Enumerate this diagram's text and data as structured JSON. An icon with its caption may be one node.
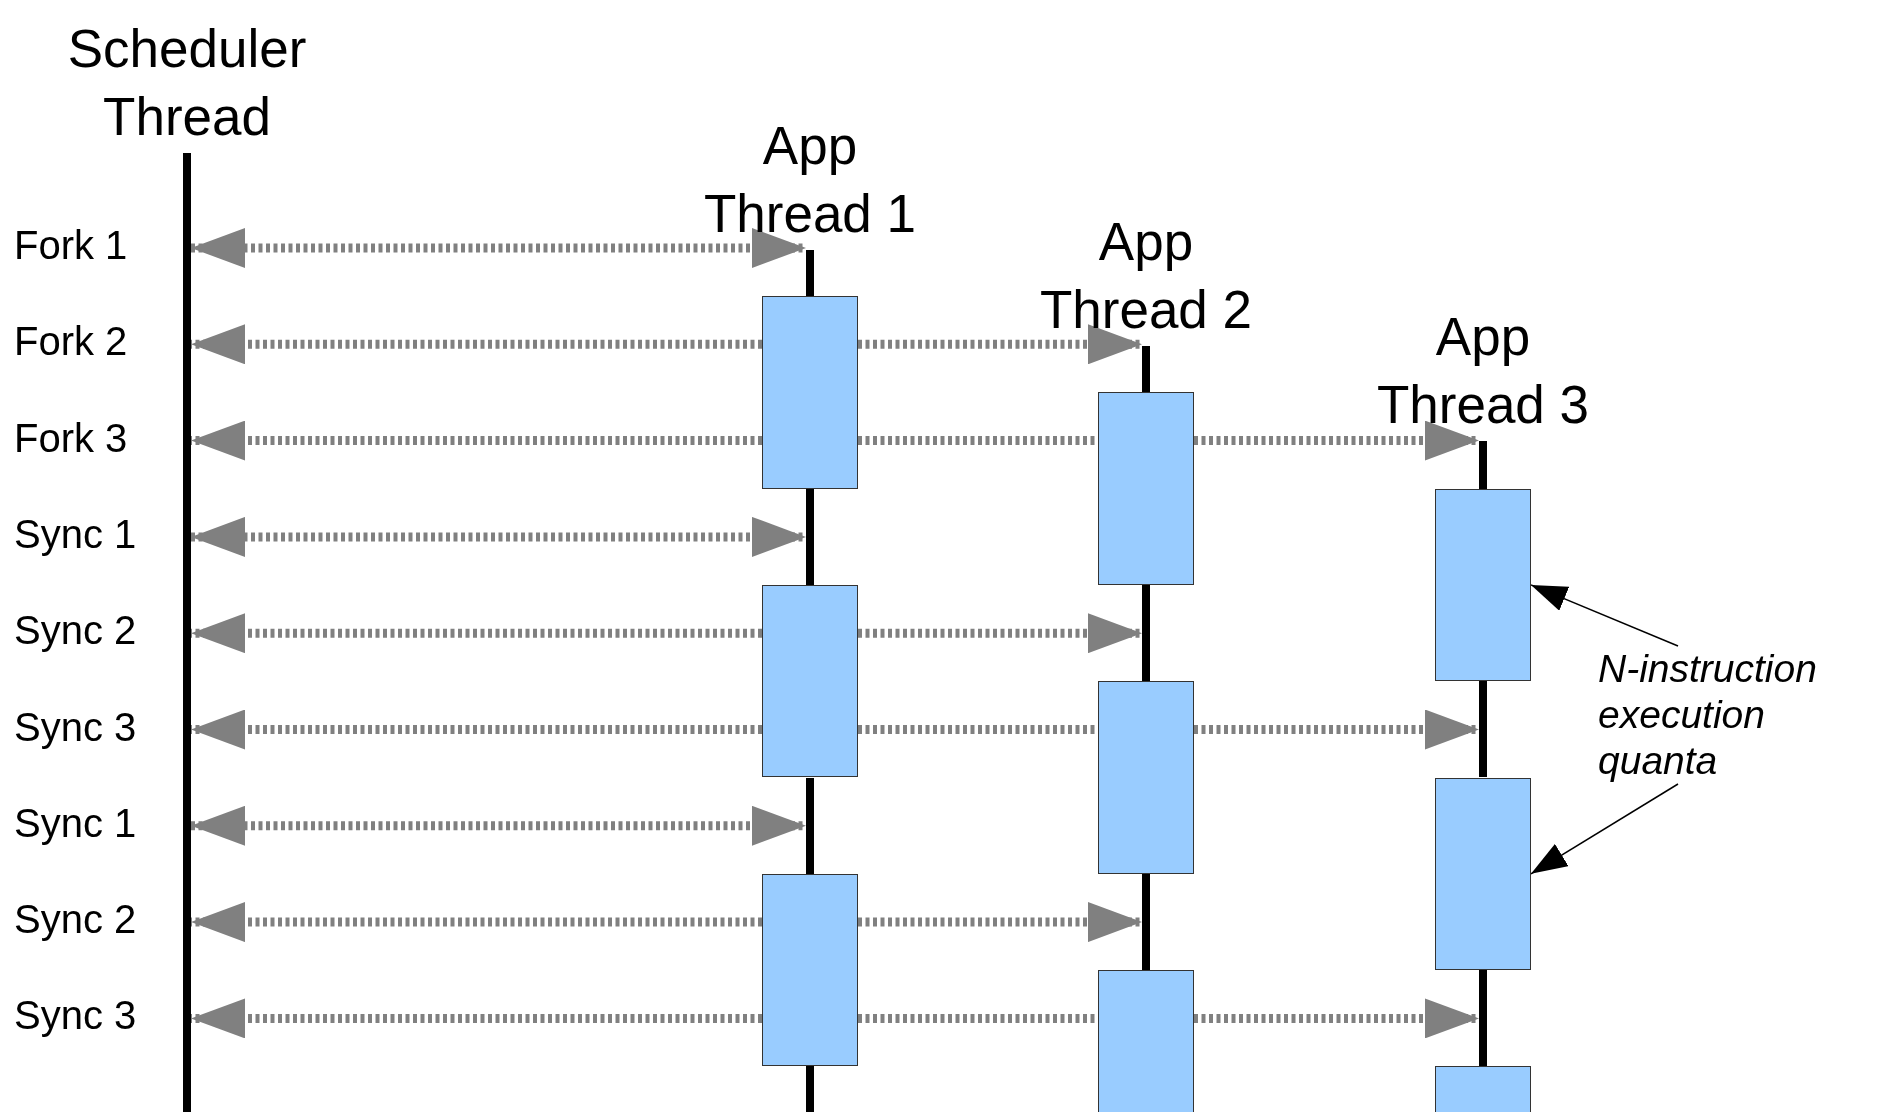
{
  "diagram": {
    "nodes": [
      {
        "text": [
          "Scheduler Thread"
        ]
      },
      {
        "text": [
          "App Thread 1"
        ]
      },
      {
        "text": [
          "App Thread 2"
        ]
      },
      {
        "text": [
          "App Thread 3"
        ]
      },
      {
        "text": [],
        "shape": "box"
      },
      {
        "text": [],
        "shape": "box"
      },
      {
        "text": [],
        "shape": "box"
      },
      {
        "text": [],
        "shape": "box"
      },
      {
        "text": [],
        "shape": "box"
      },
      {
        "text": [],
        "shape": "box"
      },
      {
        "text": [],
        "shape": "box"
      },
      {
        "text": [],
        "shape": "box"
      },
      {
        "text": [],
        "shape": "box"
      },
      {
        "text": [
          "N-instruction execution quanta"
        ]
      }
    ],
    "edges": [
      {
        "from": 0,
        "to": 1,
        "arrow": "both",
        "style": "dashed",
        "color": "#808080"
      },
      {
        "from": 4,
        "to": 0,
        "arrow": "to",
        "style": "dashed",
        "color": "#808080"
      },
      {
        "from": 4,
        "to": 2,
        "arrow": "to",
        "style": "dashed",
        "color": "#808080"
      },
      {
        "from": 4,
        "to": 0,
        "arrow": "to",
        "style": "dashed",
        "color": "#808080"
      },
      {
        "from": 4,
        "to": 5,
        "arrow": "none",
        "style": "dashed",
        "color": "#808080"
      },
      {
        "from": 5,
        "to": 3,
        "arrow": "to",
        "style": "dashed",
        "color": "#808080"
      },
      {
        "from": 0,
        "to": 1,
        "arrow": "both",
        "style": "dashed",
        "color": "#808080"
      },
      {
        "from": 7,
        "to": 0,
        "arrow": "to",
        "style": "dashed",
        "color": "#808080"
      },
      {
        "from": 7,
        "to": 2,
        "arrow": "to",
        "style": "dashed",
        "color": "#808080"
      },
      {
        "from": 7,
        "to": 0,
        "arrow": "to",
        "style": "dashed",
        "color": "#808080"
      },
      {
        "from": 7,
        "to": 8,
        "arrow": "none",
        "style": "dashed",
        "color": "#808080"
      },
      {
        "from": 8,
        "to": 3,
        "arrow": "to",
        "style": "dashed",
        "color": "#808080"
      },
      {
        "from": 0,
        "to": 1,
        "arrow": "both",
        "style": "dashed",
        "color": "#808080"
      },
      {
        "from": 10,
        "to": 0,
        "arrow": "to",
        "style": "dashed",
        "color": "#808080"
      },
      {
        "from": 10,
        "to": 2,
        "arrow": "to",
        "style": "dashed",
        "color": "#808080"
      },
      {
        "from": 10,
        "to": 0,
        "arrow": "to",
        "style": "dashed",
        "color": "#808080"
      },
      {
        "from": 10,
        "to": 11,
        "arrow": "none",
        "style": "dashed",
        "color": "#808080"
      },
      {
        "from": 11,
        "to": 3,
        "arrow": "to",
        "style": "dashed",
        "color": "#808080"
      },
      {
        "from": 13,
        "to": 6,
        "arrow": "to",
        "color": "#000000"
      },
      {
        "from": 13,
        "to": 9,
        "arrow": "to",
        "color": "#000000"
      }
    ],
    "labels": [
      "Fork 1",
      "Fork 2",
      "Fork 3",
      "Sync 1",
      "Sync 2",
      "Sync 3",
      "Sync 1",
      "Sync 2",
      "Sync 3"
    ]
  }
}
